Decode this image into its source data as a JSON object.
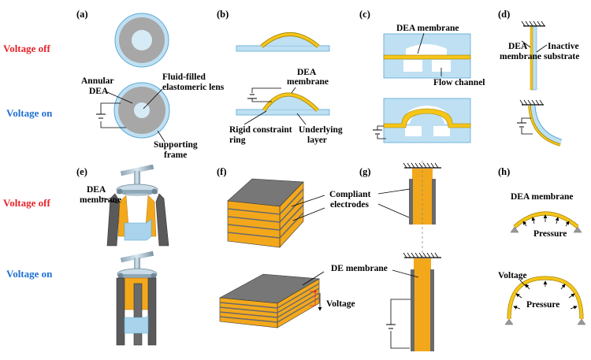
{
  "colors": {
    "voltage_off": "#e8232a",
    "voltage_on": "#1f6fd1",
    "dea_yellow": "#f5c518",
    "electrode_orange": "#f3a81c",
    "substrate_blue": "#bfe0f2",
    "lens_gray": "#a7a7a7",
    "dark_gray": "#555555"
  },
  "states": {
    "off_top": "Voltage off",
    "on_top": "Voltage on",
    "off_bottom": "Voltage off",
    "on_bottom": "Voltage on"
  },
  "panels": {
    "a": "(a)",
    "b": "(b)",
    "c": "(c)",
    "d": "(d)",
    "e": "(e)",
    "f": "(f)",
    "g": "(g)",
    "h": "(h)"
  },
  "labels": {
    "a_annular_1": "Annular",
    "a_annular_2": "DEA",
    "a_fluid_1": "Fluid-filled",
    "a_fluid_2": "elastomeric lens",
    "a_frame_1": "Supporting",
    "a_frame_2": "frame",
    "b_dea_1": "DEA",
    "b_dea_2": "membrane",
    "b_ring_1": "Rigid constraint",
    "b_ring_2": "ring",
    "b_under_1": "Underlying",
    "b_under_2": "layer",
    "c_dea": "DEA membrane",
    "c_flow": "Flow channel",
    "d_dea_1": "DEA",
    "d_dea_2": "membrane",
    "d_inact_1": "Inactive",
    "d_inact_2": "substrate",
    "e_dea_1": "DEA",
    "e_dea_2": "membrane",
    "g_compliant_1": "Compliant",
    "g_compliant_2": "electrodes",
    "g_de": "DE membrane",
    "f_voltage": "Voltage",
    "h_dea": "DEA membrane",
    "h_pressure_top": "Pressure",
    "h_voltage": "Voltage",
    "h_pressure_bottom": "Pressure"
  }
}
